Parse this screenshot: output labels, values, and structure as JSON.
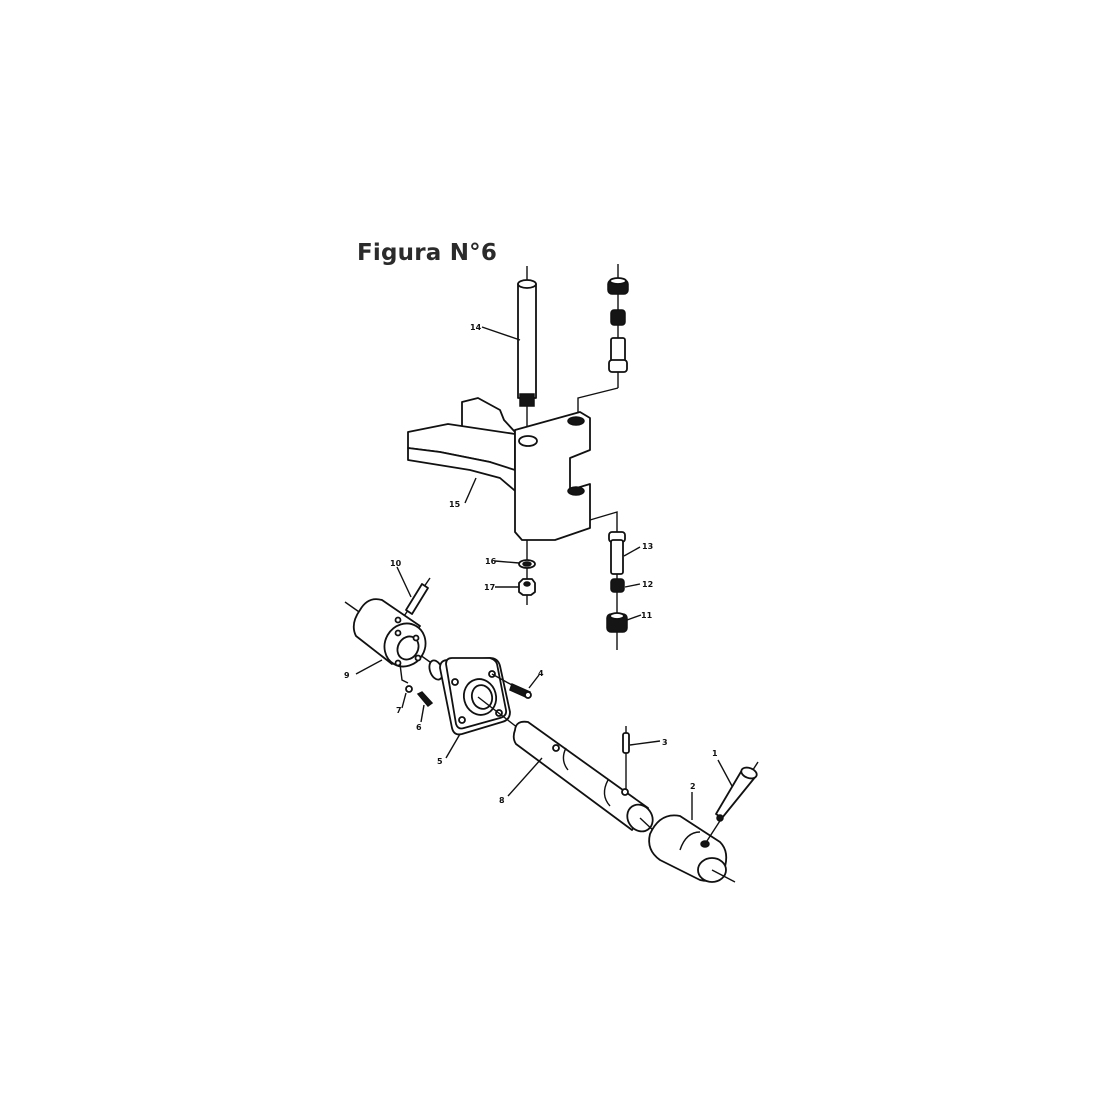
{
  "figure": {
    "title": "Figura N°6",
    "part_labels": {
      "p1": "1",
      "p2": "2",
      "p3": "3",
      "p4": "4",
      "p5": "5",
      "p6": "6",
      "p7": "7",
      "p8": "8",
      "p9": "9",
      "p10": "10",
      "p11": "11",
      "p12": "12",
      "p13": "13",
      "p14": "14",
      "p15": "15",
      "p16": "16",
      "p17": "17"
    }
  }
}
